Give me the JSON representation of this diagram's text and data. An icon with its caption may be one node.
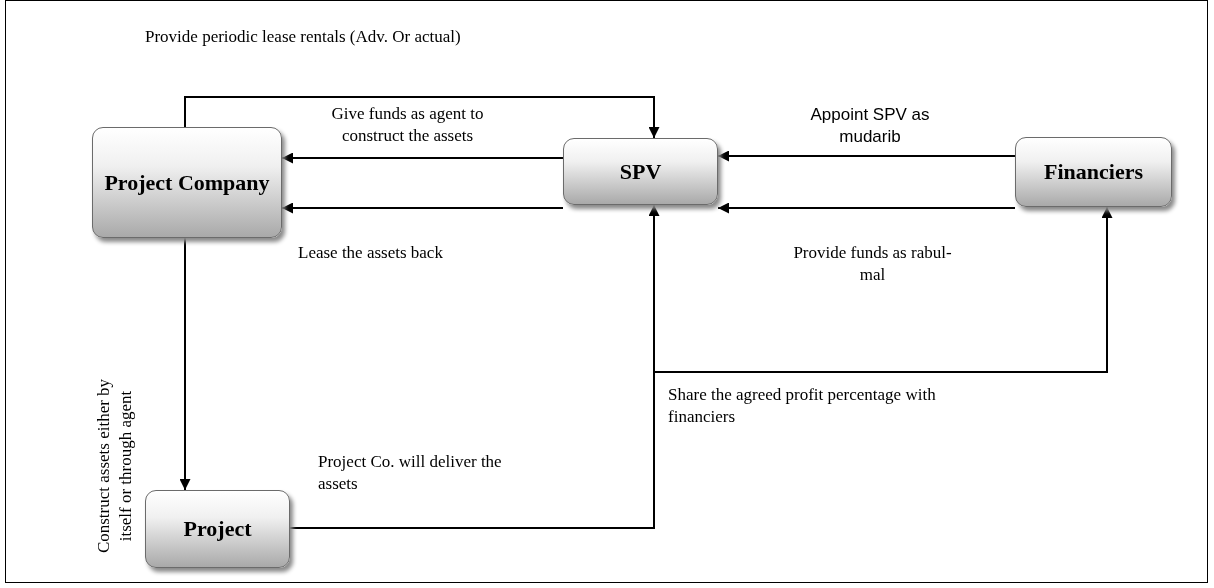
{
  "diagram": {
    "nodes": [
      {
        "text": [
          "Project Company"
        ]
      },
      {
        "text": [
          "SPV"
        ]
      },
      {
        "text": [
          "Financiers"
        ]
      },
      {
        "text": [
          "Project"
        ]
      }
    ],
    "edges": [
      {
        "from": 0,
        "to": 1,
        "arrow": "to",
        "label": "Provide periodic lease rentals (Adv. Or actual)"
      },
      {
        "from": 1,
        "to": 0,
        "arrow": "to",
        "label": "Give funds as agent to construct the assets"
      },
      {
        "from": 1,
        "to": 0,
        "arrow": "to",
        "label": "Lease the assets back"
      },
      {
        "from": 2,
        "to": 1,
        "arrow": "to",
        "label": "Appoint SPV as mudarib"
      },
      {
        "from": 2,
        "to": 1,
        "arrow": "to",
        "label": "Provide funds as rabul-mal"
      },
      {
        "from": 0,
        "to": 3,
        "arrow": "to",
        "label": "Construct assets either by itself or through agent"
      },
      {
        "from": 3,
        "to": 1,
        "arrow": "to",
        "label": "Project Co. will deliver the assets"
      },
      {
        "from": 1,
        "to": 2,
        "arrow": "to",
        "label": "Share the agreed profit percentage with financiers"
      }
    ]
  }
}
